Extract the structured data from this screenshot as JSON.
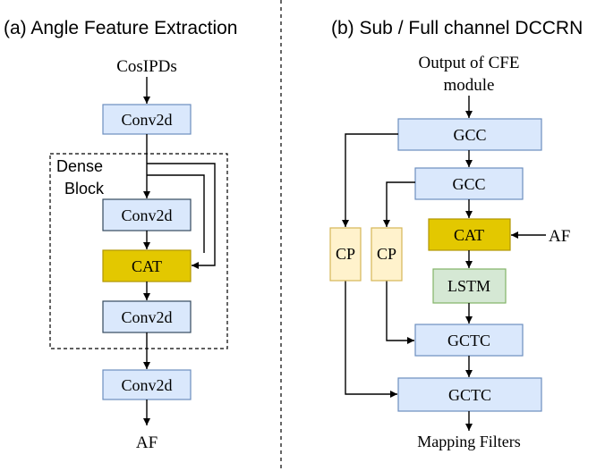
{
  "left": {
    "title": "(a) Angle Feature  Extraction",
    "input_label": "CosIPDs",
    "conv_top": "Conv2d",
    "dense_block_label": [
      "Dense",
      "Block"
    ],
    "conv_dense_1": "Conv2d",
    "cat": "CAT",
    "conv_dense_2": "Conv2d",
    "conv_bottom": "Conv2d",
    "output_label": "AF"
  },
  "right": {
    "title": "(b) Sub / Full channel DCCRN",
    "input_label": [
      "Output of CFE",
      "module"
    ],
    "gcc_1": "GCC",
    "gcc_2": "GCC",
    "cat": "CAT",
    "af_label": "AF",
    "lstm": "LSTM",
    "cp_1": "CP",
    "cp_2": "CP",
    "gctc_1": "GCTC",
    "gctc_2": "GCTC",
    "output_label": "Mapping Filters"
  },
  "colors": {
    "blue_fill": "#dae8fc",
    "blue_stroke": "#6c8ebf",
    "dark_blue_stroke": "#34495e",
    "cat_fill": "#e3c800",
    "cat_stroke": "#b09500",
    "lstm_fill": "#d5e8d4",
    "lstm_stroke": "#82b366",
    "cp_fill": "#fff2cc",
    "cp_stroke": "#d6b656"
  }
}
